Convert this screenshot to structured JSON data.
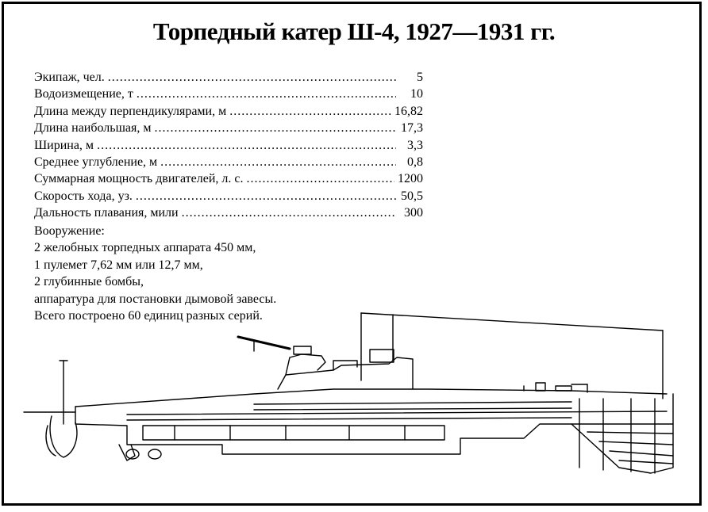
{
  "title": "Торпедный катер Ш-4, 1927—1931 гг.",
  "specs": [
    {
      "label": "Экипаж, чел.",
      "value": "5"
    },
    {
      "label": "Водоизмещение, т",
      "value": "10"
    },
    {
      "label": "Длина между перпендикулярами, м",
      "value": "16,82"
    },
    {
      "label": "Длина наибольшая, м",
      "value": "17,3"
    },
    {
      "label": "Ширина, м",
      "value": "3,3"
    },
    {
      "label": "Среднее углубление, м",
      "value": "0,8"
    },
    {
      "label": "Суммарная мощность двигателей, л. с.",
      "value": "1200"
    },
    {
      "label": "Скорость хода, уз.",
      "value": "50,5"
    },
    {
      "label": "Дальность плавания, мили",
      "value": "300"
    }
  ],
  "armament": {
    "heading": "Вооружение:",
    "items": [
      "2 желобных торпедных аппарата 450 мм,",
      "1 пулемет  7,62 мм или 12,7 мм,",
      "2 глубинные бомбы,",
      "аппаратура для постановки дымовой завесы."
    ],
    "total": "Всего построено 60 единиц разных серий."
  },
  "drawing": {
    "icon": "torpedo-boat-side-view-icon"
  }
}
